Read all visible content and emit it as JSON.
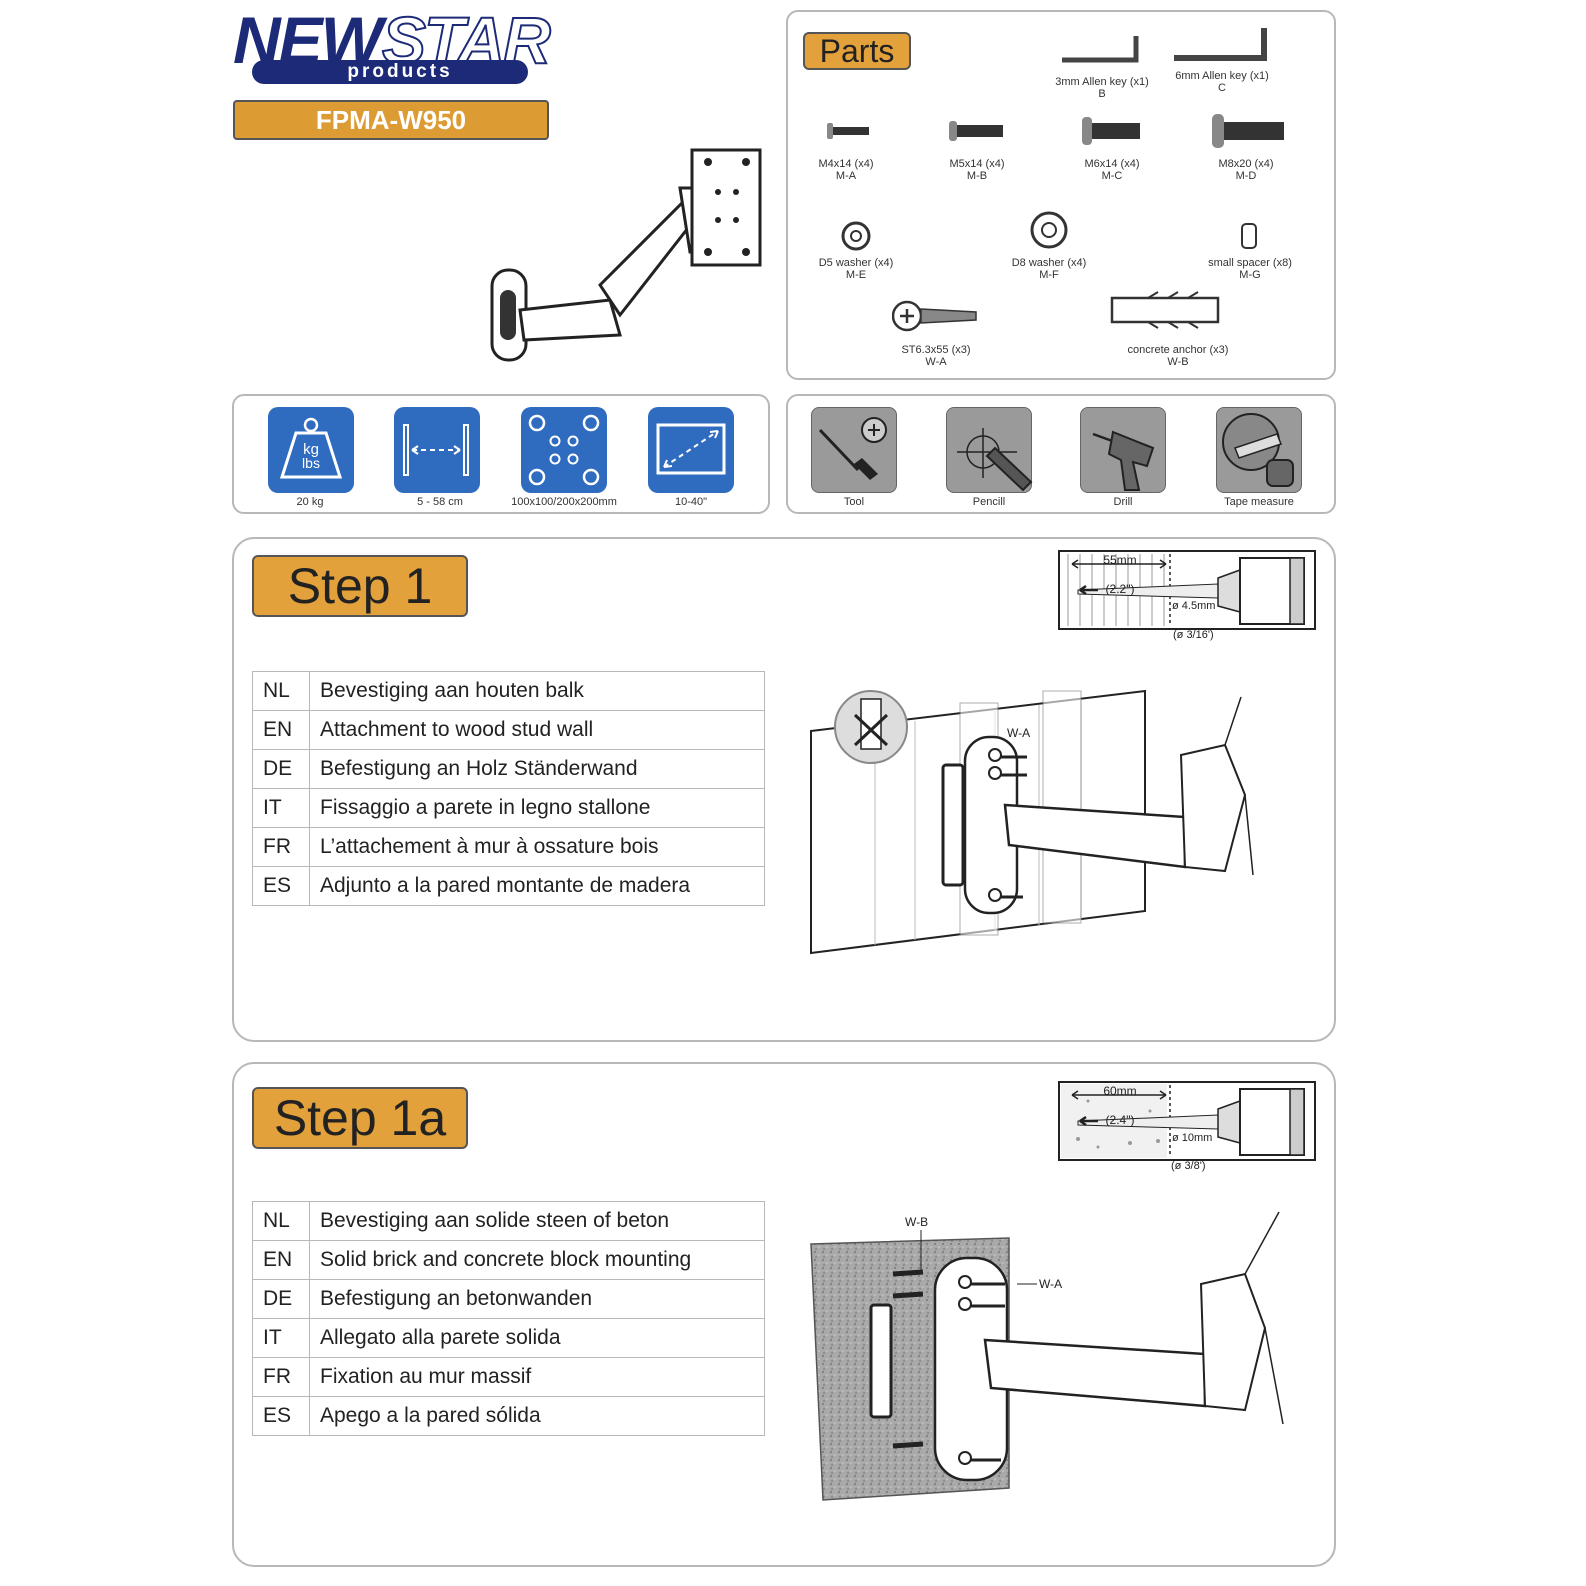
{
  "brand": {
    "part1": "NEW",
    "part2": "STAR",
    "sub": "products"
  },
  "model": "FPMA-W950",
  "parts": {
    "title": "Parts",
    "items": [
      {
        "l1": "3mm Allen key (x1)",
        "l2": "B"
      },
      {
        "l1": "6mm Allen key (x1)",
        "l2": "C"
      },
      {
        "l1": "M4x14 (x4)",
        "l2": "M-A"
      },
      {
        "l1": "M5x14 (x4)",
        "l2": "M-B"
      },
      {
        "l1": "M6x14 (x4)",
        "l2": "M-C"
      },
      {
        "l1": "M8x20 (x4)",
        "l2": "M-D"
      },
      {
        "l1": "D5 washer (x4)",
        "l2": "M-E"
      },
      {
        "l1": "D8 washer (x4)",
        "l2": "M-F"
      },
      {
        "l1": "small spacer (x8)",
        "l2": "M-G"
      },
      {
        "l1": "ST6.3x55 (x3)",
        "l2": "W-A"
      },
      {
        "l1": "concrete anchor (x3)",
        "l2": "W-B"
      }
    ]
  },
  "specs": [
    {
      "label": "20 kg",
      "icon": "weight-icon",
      "icon_text1": "kg",
      "icon_text2": "lbs"
    },
    {
      "label": "5 - 58 cm",
      "icon": "distance-icon"
    },
    {
      "label": "100x100/200x200mm",
      "icon": "vesa-pattern-icon"
    },
    {
      "label": "10-40\"",
      "icon": "screen-size-icon"
    }
  ],
  "tools": [
    {
      "label": "Tool",
      "icon": "screwdriver-icon"
    },
    {
      "label": "Pencill",
      "icon": "pencil-icon"
    },
    {
      "label": "Drill",
      "icon": "drill-icon"
    },
    {
      "label": "Tape measure",
      "icon": "tape-measure-icon"
    }
  ],
  "step1": {
    "title": "Step 1",
    "drill": {
      "depth": "55mm",
      "depth_in": "(2.2\")",
      "dia": "ø 4.5mm",
      "dia_in": "(ø 3/16')"
    },
    "part_label": "W-A",
    "rows": [
      {
        "code": "NL",
        "text": "Bevestiging aan houten balk"
      },
      {
        "code": "EN",
        "text": "Attachment to wood stud wall"
      },
      {
        "code": "DE",
        "text": "Befestigung an Holz Ständerwand"
      },
      {
        "code": "IT",
        "text": "Fissaggio a parete in legno stallone"
      },
      {
        "code": "FR",
        "text": "L’attachement à mur à ossature bois"
      },
      {
        "code": "ES",
        "text": "Adjunto a la pared montante de madera"
      }
    ]
  },
  "step1a": {
    "title": "Step 1a",
    "drill": {
      "depth": "60mm",
      "depth_in": "(2.4\")",
      "dia": "ø 10mm",
      "dia_in": "(ø 3/8')"
    },
    "label_wb": "W-B",
    "label_wa": "W-A",
    "rows": [
      {
        "code": "NL",
        "text": "Bevestiging aan solide steen of beton"
      },
      {
        "code": "EN",
        "text": "Solid brick and concrete block mounting"
      },
      {
        "code": "DE",
        "text": "Befestigung an betonwanden"
      },
      {
        "code": "IT",
        "text": "Allegato alla parete solida"
      },
      {
        "code": "FR",
        "text": "Fixation au mur massif"
      },
      {
        "code": "ES",
        "text": "Apego a la pared sólida"
      }
    ]
  }
}
